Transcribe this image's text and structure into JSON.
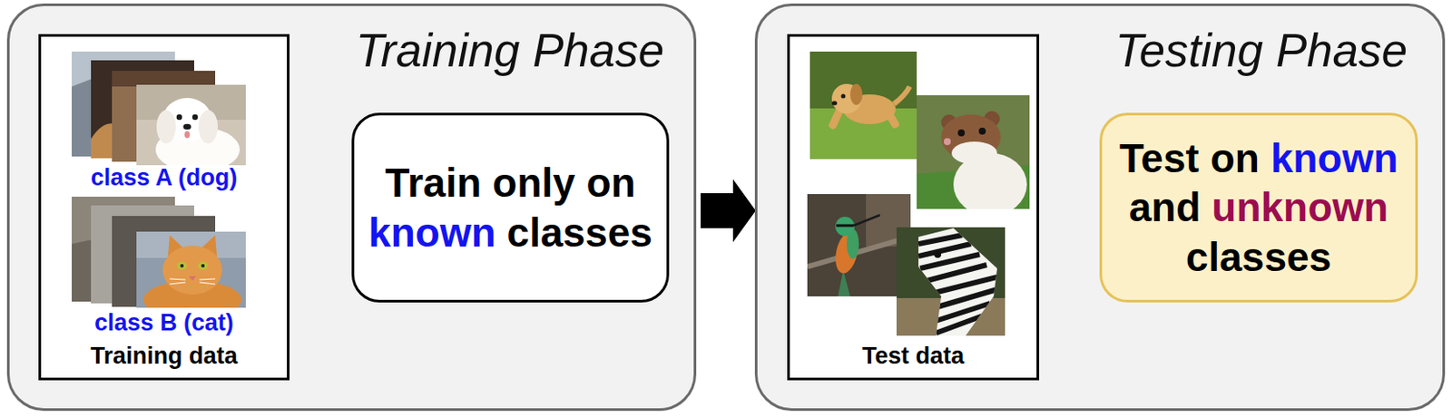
{
  "diagram": {
    "nodes": [
      {
        "text": [
          "Training Phase"
        ]
      },
      {
        "text": [
          "class A (dog)",
          "class B (cat)",
          "Training data"
        ],
        "in": 0
      },
      {
        "text": [
          "Train only on known classes"
        ],
        "in": 0
      },
      {
        "text": [
          "Testing Phase"
        ]
      },
      {
        "text": [
          "Test data"
        ],
        "in": 3
      },
      {
        "text": [
          "Test on known and unknown classes"
        ],
        "in": 3
      }
    ],
    "edges": [
      {
        "from": 0,
        "to": 3,
        "arrow": "to"
      }
    ]
  }
}
